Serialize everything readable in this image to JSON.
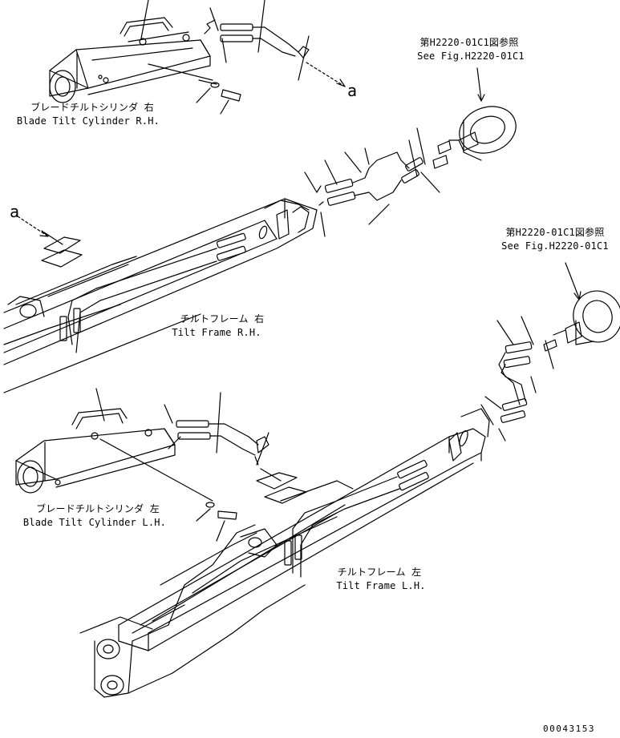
{
  "labels": {
    "cyl_rh_jp": "ブレードチルトシリンダ 右",
    "cyl_rh_en": "Blade Tilt Cylinder R.H.",
    "ref_top_jp": "第H2220-01C1図参照",
    "ref_top_en": "See Fig.H2220-01C1",
    "ref_right_jp": "第H2220-01C1図参照",
    "ref_right_en": "See Fig.H2220-01C1",
    "marker_a_top": "a",
    "marker_a_left": "a",
    "frame_rh_jp": "チルトフレーム 右",
    "frame_rh_en": "Tilt Frame R.H.",
    "cyl_lh_jp": "ブレードチルトシリンダ 左",
    "cyl_lh_en": "Blade Tilt Cylinder L.H.",
    "frame_lh_jp": "チルトフレーム 左",
    "frame_lh_en": "Tilt Frame L.H.",
    "drawing_number": "00043153"
  },
  "colors": {
    "ink": "#000000",
    "paper": "#ffffff"
  }
}
